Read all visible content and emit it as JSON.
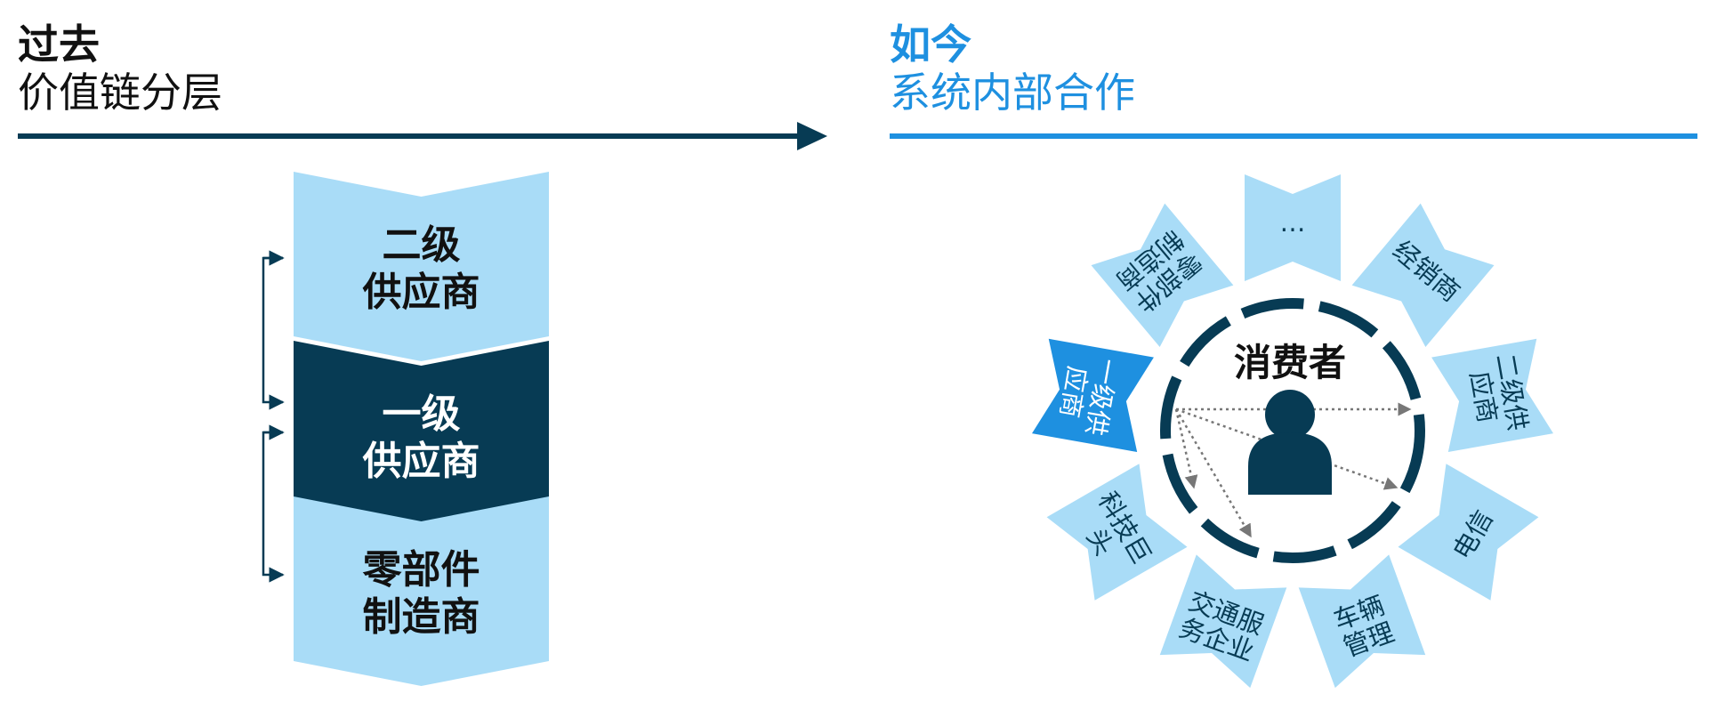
{
  "left": {
    "title": "过去",
    "subtitle": "价值链分层",
    "chevrons": [
      {
        "line1": "二级",
        "line2": "供应商",
        "dark": false
      },
      {
        "line1": "一级",
        "line2": "供应商",
        "dark": true
      },
      {
        "line1": "零部件",
        "line2": "制造商",
        "dark": false
      }
    ]
  },
  "right": {
    "title": "如今",
    "subtitle": "系统内部合作",
    "center_label": "消费者",
    "petals": [
      {
        "lines": [
          "…"
        ],
        "active": false
      },
      {
        "lines": [
          "经销商"
        ],
        "active": false
      },
      {
        "lines": [
          "二级供",
          "应商"
        ],
        "active": false
      },
      {
        "lines": [
          "电信"
        ],
        "active": false
      },
      {
        "lines": [
          "车辆",
          "管理"
        ],
        "active": false
      },
      {
        "lines": [
          "交通服",
          "务企业"
        ],
        "active": false
      },
      {
        "lines": [
          "科技巨",
          "头"
        ],
        "active": false
      },
      {
        "lines": [
          "一级供",
          "应商"
        ],
        "active": true
      },
      {
        "lines": [
          "零部件",
          "制造商"
        ],
        "active": false
      }
    ]
  },
  "colors": {
    "light_blue": "#a9dcf7",
    "dark_navy": "#073b54",
    "accent_blue": "#1e90e0",
    "dotted_gray": "#777777"
  }
}
